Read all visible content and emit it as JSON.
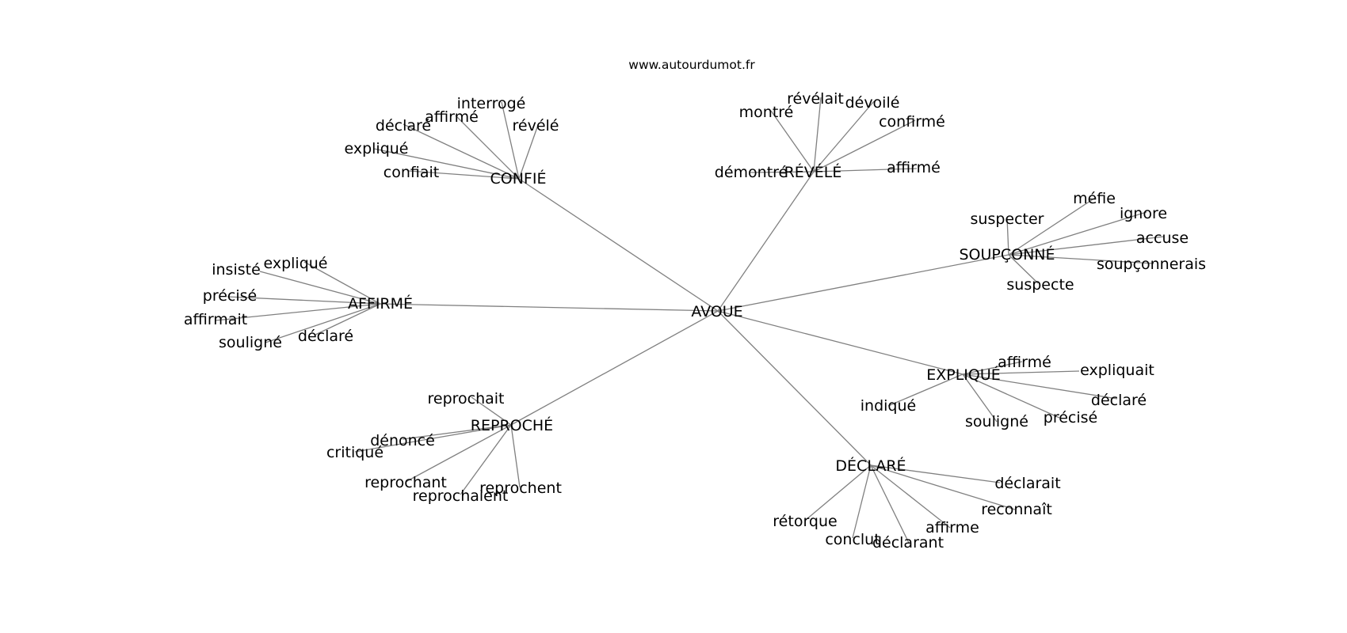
{
  "source": "www.autourdumot.fr",
  "root": "AVOUE",
  "clusters": [
    {
      "id": "confie",
      "label": "CONFIÉ",
      "leaves": [
        "interrogé",
        "affirmé",
        "déclaré",
        "révélé",
        "expliqué",
        "confiait"
      ]
    },
    {
      "id": "revele",
      "label": "RÉVÉLÉ",
      "leaves": [
        "révélait",
        "dévoilé",
        "montré",
        "confirmé",
        "démontré",
        "affirmé"
      ]
    },
    {
      "id": "soupconne",
      "label": "SOUPÇONNÉ",
      "leaves": [
        "méfie",
        "suspecter",
        "ignore",
        "accuse",
        "soupçonnerais",
        "suspecte"
      ]
    },
    {
      "id": "affirme",
      "label": "AFFIRMÉ",
      "leaves": [
        "expliqué",
        "insisté",
        "précisé",
        "affirmait",
        "souligné",
        "déclaré"
      ]
    },
    {
      "id": "explique",
      "label": "EXPLIQUÉ",
      "leaves": [
        "affirmé",
        "expliquait",
        "déclaré",
        "indiqué",
        "précisé",
        "souligné"
      ]
    },
    {
      "id": "reproche",
      "label": "REPROCHÉ",
      "leaves": [
        "reprochait",
        "dénoncé",
        "critiqué",
        "reprochant",
        "reprochent",
        "reprochaient"
      ]
    },
    {
      "id": "declare",
      "label": "DÉCLARÉ",
      "leaves": [
        "déclarait",
        "reconnaît",
        "rétorque",
        "affirme",
        "conclut",
        "déclarant"
      ]
    }
  ]
}
